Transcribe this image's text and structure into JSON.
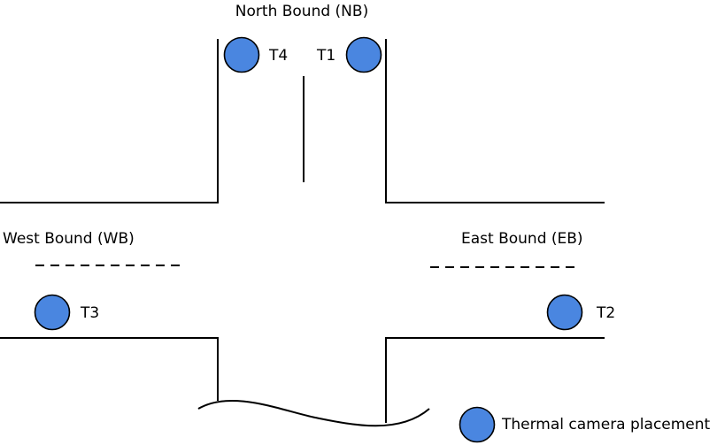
{
  "colors": {
    "camera_fill": "#4a86e0",
    "line": "#000000",
    "background": "#ffffff"
  },
  "labels": {
    "north": "North Bound (NB)",
    "west": "West Bound (WB)",
    "east": "East Bound (EB)"
  },
  "cameras": [
    {
      "id": "T4",
      "label": "T4"
    },
    {
      "id": "T1",
      "label": "T1"
    },
    {
      "id": "T3",
      "label": "T3"
    },
    {
      "id": "T2",
      "label": "T2"
    }
  ],
  "legend": {
    "label": "Thermal camera placement",
    "icon": "filled-circle"
  }
}
